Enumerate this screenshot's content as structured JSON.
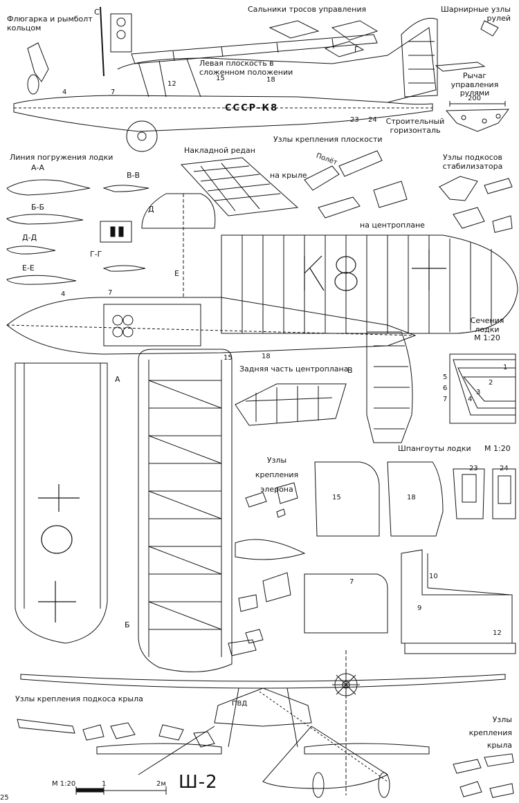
{
  "labels": {
    "vane": "Флюгарка и рымболт\nкольцом",
    "cable_seals": "Сальники тросов управления",
    "hinge_units": "Шарнирные узлы\nрулей",
    "left_wing_folded": "Левая плоскость в\nсложенном положении",
    "control_lever": "Рычаг управления\nрулями",
    "construction_horizontal": "Строительный\nгоризонталь",
    "waterline": "Линия погружения лодки",
    "overlay_step": "Накладной редан",
    "wing_attach_units": "Узлы крепления плоскости",
    "flight": "Полёт",
    "on_wing": "на крыле",
    "on_center_section": "на центроплане",
    "stab_strut_units": "Узлы подкосов\nстабилизатора",
    "rear_center_section": "Задняя часть центроплана",
    "hull_sections": "Сечения\nлодки\nМ 1:20",
    "aileron_attach": "Узлы крепления\nэлерона",
    "hull_frames": "Шпангоуты лодки",
    "hull_frames_scale": "М 1:20",
    "strut_attach": "Узлы крепления подкоса крыла",
    "wing_attach_bottom": "Узлы крепления\nкрыла",
    "pvd": "ПВД",
    "title": "Ш-2",
    "scale_left": "М 1:20",
    "scale_mid": "1",
    "scale_right": "2м",
    "page_number": "25",
    "registration": "СССР-К8",
    "dim_200": "200"
  },
  "sections": {
    "aa": "А-А",
    "bb": "Б-Б",
    "vv": "В-В",
    "dd": "Д-Д",
    "gg": "Г-Г",
    "ee": "Е-Е"
  },
  "markers": {
    "c": "С",
    "g": "Г",
    "d": "Д",
    "e": "Е",
    "a": "А",
    "b": "Б",
    "v": "В"
  },
  "stations": {
    "s4": "4",
    "s7": "7",
    "s12": "12",
    "s15": "15",
    "s18": "18",
    "s23": "23",
    "s24": "24",
    "s1": "1",
    "s2": "2",
    "s3": "3",
    "s4b": "4",
    "s5": "5",
    "s6": "6",
    "s7b": "7",
    "s9": "9",
    "s10": "10"
  }
}
